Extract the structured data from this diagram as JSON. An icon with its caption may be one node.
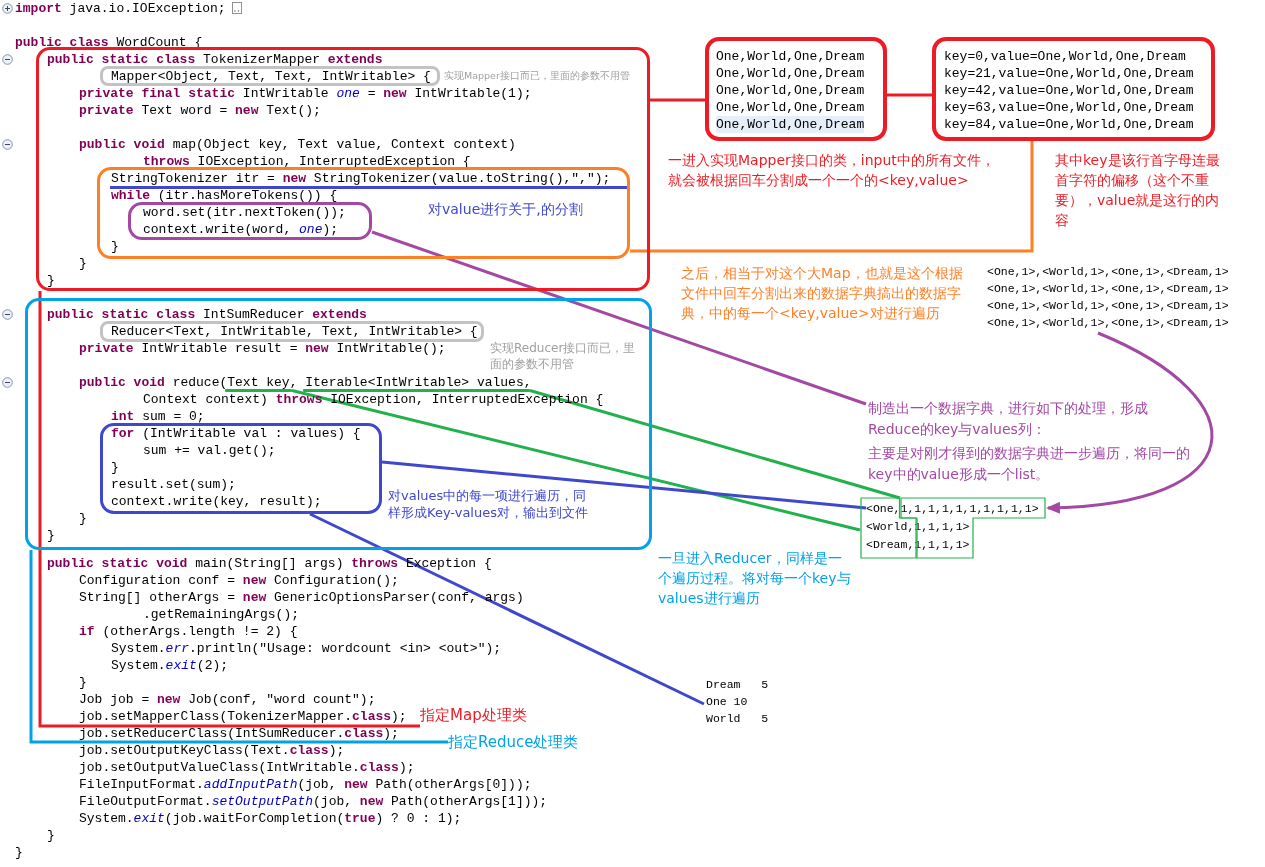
{
  "diagram": {
    "nodes": [
      {
        "text": [
          "**public static class** TokenizerMapper **extends**",
          "**private final static** IntWritable *one* = **new** IntWritable(1);",
          "**private** Text word = **new** Text();",
          "**public void** map(Object key, Text value, Context context)",
          "**throws** IOException, InterruptedException {",
          "}",
          "}"
        ]
      },
      {
        "text": [
          "Mapper<Object, Text, Text, IntWritable> {"
        ],
        "in": 0,
        "beside": [
          "实现Mapper接口而已，里面的参数不用管"
        ]
      },
      {
        "text": [
          "StringTokenizer itr = **new** StringTokenizer(value.toString(),\",\");",
          "**while** (itr.hasMoreTokens()) {",
          "}",
          "对value进行关于,的分割"
        ],
        "in": 0
      },
      {
        "text": [
          "word.set(itr.nextToken());",
          "context.write(word, *one*);"
        ],
        "in": 2
      },
      {
        "text": [
          "**public static class** IntSumReducer **extends**",
          "**private** IntWritable result = **new** IntWritable();",
          "**public void** reduce(Text key, Iterable<IntWritable> values,",
          "Context context) **throws** IOException, InterruptedException {",
          "**int** sum = 0;",
          "}",
          "}"
        ]
      },
      {
        "text": [
          "Reducer<Text, IntWritable, Text, IntWritable> {"
        ],
        "in": 4,
        "beside": [
          "实现Reducer接口而已，里面的参数不用管"
        ]
      },
      {
        "text": [],
        "shape": "bar",
        "in": 4
      },
      {
        "text": [],
        "shape": "bar",
        "in": 4
      },
      {
        "text": [
          "**for** (IntWritable val : values) {",
          "sum += val.get();",
          "}",
          "result.set(sum);",
          "context.write(key, result);"
        ],
        "in": 4,
        "beside": [
          "对values中的每一项进行遍历，同样形成Key-values对，输出到文件"
        ]
      },
      {
        "text": [
          "指定Map处理类"
        ]
      },
      {
        "text": [
          "指定Reduce处理类"
        ]
      },
      {
        "text": [
          "One,World,One,Dream",
          "One,World,One,Dream",
          "One,World,One,Dream",
          "One,World,One,Dream",
          "One,World,One,Dream"
        ]
      },
      {
        "text": [
          "key=0,value=One,World,One,Dream",
          "key=21,value=One,World,One,Dream",
          "key=42,value=One,World,One,Dream",
          "key=63,value=One,World,One,Dream",
          "key=84,value=One,World,One,Dream"
        ],
        "beside": [
          "其中key是该行首字母连最首字符的偏移（这个不重要），value就是这行的内容"
        ]
      },
      {
        "text": [
          "<One,1>,<World,1>,<One,1>,<Dream,1>",
          "<One,1>,<World,1>,<One,1>,<Dream,1>",
          "<One,1>,<World,1>,<One,1>,<Dream,1>",
          "<One,1>,<World,1>,<One,1>,<Dream,1>"
        ]
      },
      {
        "text": [
          "制造出一个数据字典，进行如下的处理，形成Reduce的key与values列：",
          "主要是对刚才得到的数据字典进一步遍历，将同一的key中的value形成一个list。"
        ]
      },
      {
        "text": [
          "<One,1,1,1,1,1,1,1,1,1,1>",
          "<World,1,1,1,1>",
          "<Dream,1,1,1,1>"
        ]
      },
      {
        "text": [],
        "shape": "box"
      },
      {
        "text": [],
        "shape": "box"
      },
      {
        "text": [
          "Dream   5",
          "One 10",
          "World   5"
        ]
      }
    ],
    "edges": [
      {
        "from": 0,
        "to": 11,
        "arrow": "none",
        "color": "#ed1c24"
      },
      {
        "from": 11,
        "to": 12,
        "arrow": "none",
        "color": "#ed1c24"
      },
      {
        "from": 2,
        "to": 12,
        "arrow": "none",
        "color": "#ff7f27"
      },
      {
        "from": 3,
        "to": 14,
        "arrow": "none",
        "color": "#a349a4"
      },
      {
        "from": 13,
        "to": 15,
        "arrow": "to",
        "color": "#a349a4"
      },
      {
        "from": 6,
        "to": 16,
        "arrow": "none",
        "color": "#22b14c"
      },
      {
        "from": 7,
        "to": 17,
        "arrow": "none",
        "color": "#22b14c"
      },
      {
        "from": 8,
        "to": 15,
        "arrow": "none",
        "color": "#3f48cc"
      },
      {
        "from": 8,
        "to": 18,
        "arrow": "none",
        "color": "#3f48cc"
      },
      {
        "from": 0,
        "to": 9,
        "arrow": "none",
        "color": "#ed1c24"
      },
      {
        "from": 4,
        "to": 10,
        "arrow": "none",
        "color": "#00a2e8"
      }
    ],
    "labels": [
      "**import** java.io.IOException;",
      "**public class** WordCount {",
      "一进入实现Mapper接口的类，input中的所有文件，就会被根据回车分割成一个一个的<key,value>",
      "之后，相当于对这个大Map，也就是这个根据文件中回车分割出来的数据字典搞出的数据字典，中的每一个<key,value>对进行遍历",
      "一旦进入Reducer，同样是一个遍历过程。将对每一个key与values进行遍历",
      "**public static void** main(String[] args) **throws** Exception {",
      "Configuration conf = **new** Configuration();",
      "String[] otherArgs = **new** GenericOptionsParser(conf, args)",
      ".getRemainingArgs();",
      "**if** (otherArgs.length != 2) {",
      "System.*err*.println(\"Usage: wordcount <in> <out>\");",
      "System.*exit*(2);",
      "}",
      "Job job = **new** Job(conf, \"word count\");",
      "job.setMapperClass(TokenizerMapper.**class**);",
      "job.setReducerClass(IntSumReducer.**class**);",
      "job.setOutputKeyClass(Text.**class**);",
      "job.setOutputValueClass(IntWritable.**class**);",
      "FileInputFormat.*addInputPath*(job, **new** Path(otherArgs[0]));",
      "FileOutputFormat.*setOutputPath*(job, **new** Path(otherArgs[1]));",
      "System.*exit*(job.waitForCompletion(**true**) ? 0 : 1);",
      "}",
      "}"
    ]
  }
}
